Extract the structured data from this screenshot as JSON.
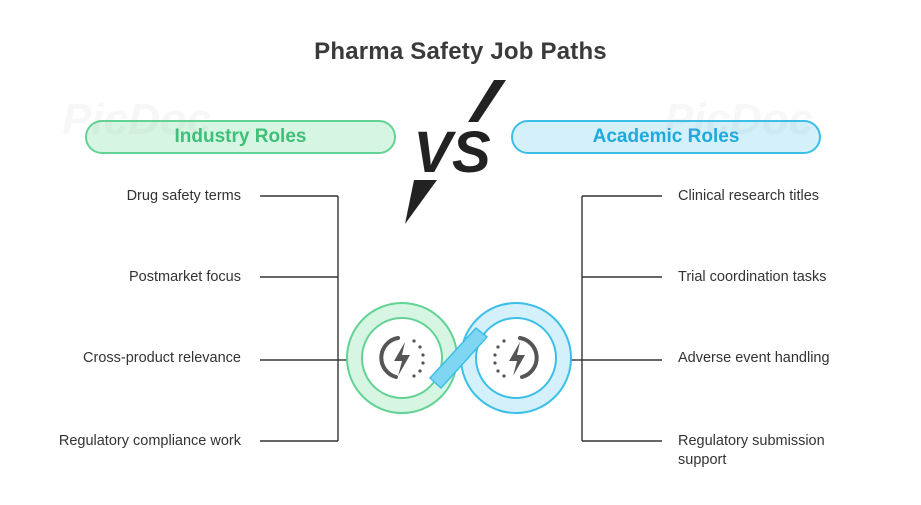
{
  "title": "Pharma Safety Job Paths",
  "vs_text": "VS",
  "watermark": "PicDoc",
  "left": {
    "heading": "Industry Roles",
    "items": [
      "Drug safety terms",
      "Postmarket focus",
      "Cross-product relevance",
      "Regulatory compliance work"
    ]
  },
  "right": {
    "heading": "Academic Roles",
    "items": [
      "Clinical research titles",
      "Trial coordination tasks",
      "Adverse event handling",
      "Regulatory submission support"
    ]
  },
  "colors": {
    "industry_accent": "#3ec078",
    "industry_fill": "#d7f5e3",
    "academic_accent": "#1fa9dd",
    "academic_fill": "#d3f0fb",
    "lines": "#333333"
  },
  "icons": {
    "vs_mark": "vs-lightning-icon",
    "left_loop": "power-bolt-icon",
    "right_loop": "power-bolt-icon"
  }
}
